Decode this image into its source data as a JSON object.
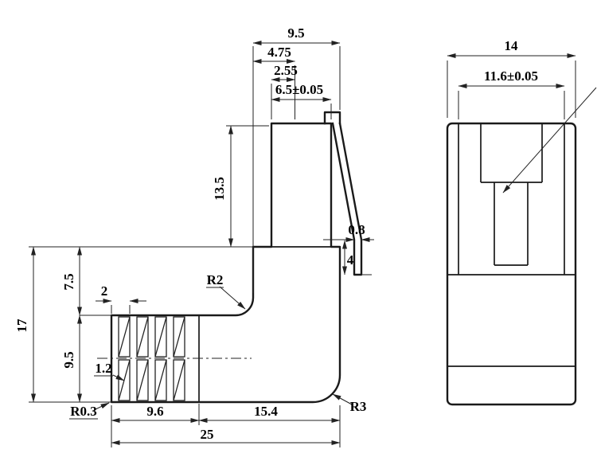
{
  "side_view": {
    "top_width": "9.5",
    "half_width": "4.75",
    "center_offset": "2.55",
    "plug_width": "6.5±0.05",
    "plug_height": "13.5",
    "latch_thickness": "0.8",
    "latch_tip_height": "4",
    "overall_height": "17",
    "upper_height": "7.5",
    "lower_height": "9.5",
    "rib_pitch": "2",
    "rib_slot_width": "1.2",
    "inner_radius": "R2",
    "bottom_left_radius": "R0.3",
    "bottom_right_radius": "R3",
    "boot_length": "9.6",
    "body_length": "15.4",
    "overall_length": "25"
  },
  "front_view": {
    "overall_width": "14",
    "opening_width": "11.6±0.05"
  }
}
